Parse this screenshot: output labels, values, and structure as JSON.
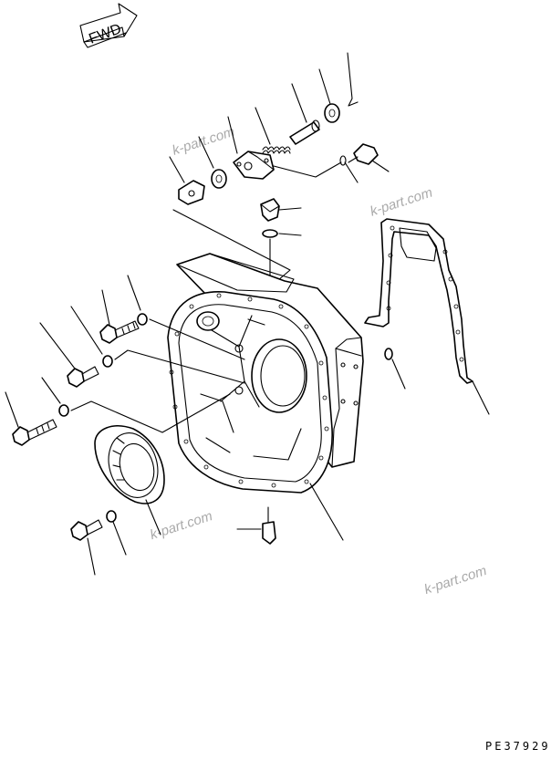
{
  "diagram": {
    "direction_arrow": {
      "label": "FWD"
    },
    "watermarks": [
      "k-part.com",
      "k-part.com",
      "k-part.com",
      "k-part.com"
    ],
    "drawing_code": "PE37929"
  }
}
